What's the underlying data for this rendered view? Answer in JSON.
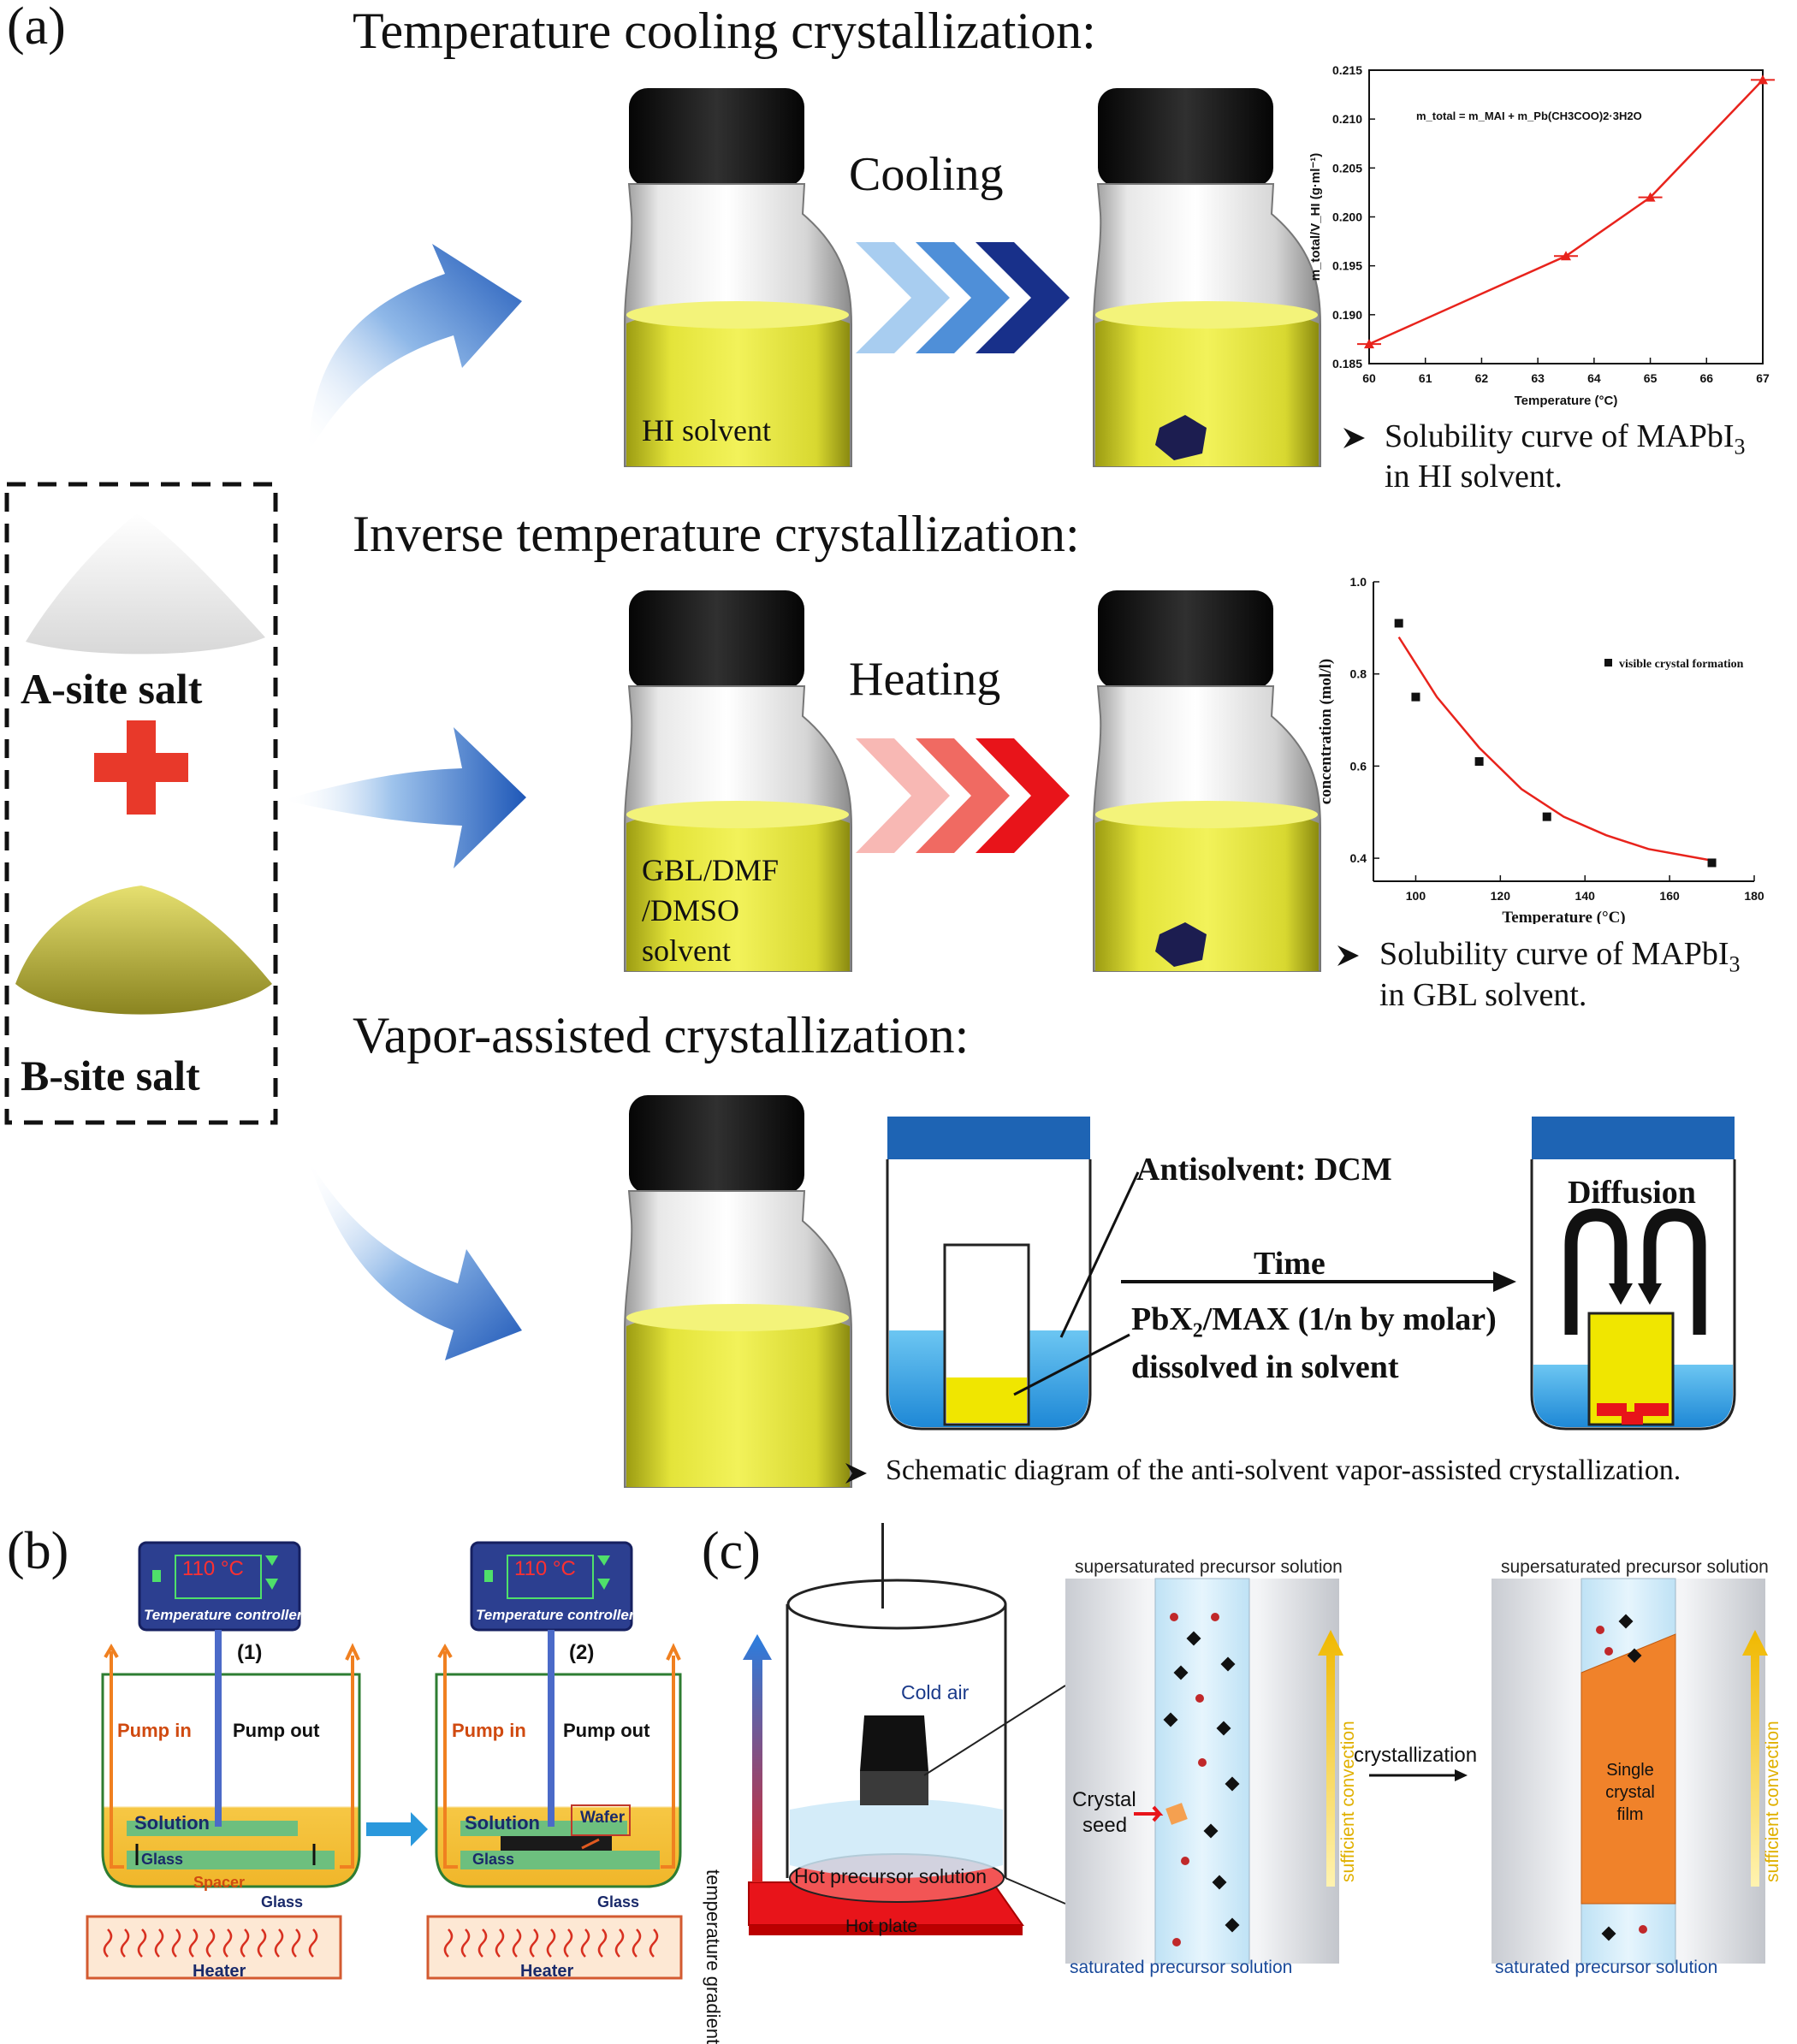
{
  "panels": {
    "a": "(a)",
    "b": "(b)",
    "c": "(c)"
  },
  "salts": {
    "a_site": "A-site salt",
    "b_site": "B-site salt"
  },
  "sections": {
    "cooling": {
      "title": "Temperature cooling crystallization:",
      "process": "Cooling",
      "vial_label": "HI solvent",
      "caption_line1": "Solubility curve of MAPbI",
      "caption_sub": "3",
      "caption_line2": "in HI solvent."
    },
    "inverse": {
      "title": "Inverse temperature crystallization:",
      "process": "Heating",
      "vial_label_lines": [
        "GBL/DMF",
        "/DMSO",
        "solvent"
      ],
      "caption_line1": "Solubility curve of MAPbI",
      "caption_sub": "3",
      "caption_line2": "in GBL solvent."
    },
    "vapor": {
      "title": "Vapor-assisted crystallization:",
      "antisolvent": "Antisolvent: DCM",
      "time": "Time",
      "precursor_a": "PbX",
      "precursor_sub": "2",
      "precursor_b": "/MAX (1/n by molar)",
      "dissolved": "dissolved in solvent",
      "diffusion": "Diffusion",
      "caption": "Schematic diagram of the anti-solvent vapor-assisted crystallization."
    }
  },
  "chart_data": [
    {
      "type": "line",
      "formula": "m_total = m_MAI + m_Pb(CH3COO)2·3H2O",
      "xlabel": "Temperature (°C)",
      "ylabel": "m_total/V_HI (g·ml⁻¹)",
      "xlim": [
        60,
        67
      ],
      "ylim": [
        0.185,
        0.215
      ],
      "xticks": [
        60,
        61,
        62,
        63,
        64,
        65,
        66,
        67
      ],
      "yticks": [
        0.185,
        0.19,
        0.195,
        0.2,
        0.205,
        0.21,
        0.215
      ],
      "series": [
        {
          "x": [
            60,
            63.5,
            65,
            67
          ],
          "y": [
            0.187,
            0.196,
            0.202,
            0.214
          ],
          "color": "#e8231c",
          "marker": "triangle"
        }
      ]
    },
    {
      "type": "scatter",
      "xlabel": "Temperature (°C)",
      "ylabel": "concentration (mol/l)",
      "xlim": [
        90,
        180
      ],
      "ylim": [
        0.35,
        1.0
      ],
      "xticks": [
        100,
        120,
        140,
        160,
        180
      ],
      "yticks": [
        0.4,
        0.6,
        0.8,
        1.0
      ],
      "legend": {
        "label": "visible crystal formation",
        "position": "top-right"
      },
      "series": [
        {
          "name": "visible crystal formation",
          "x": [
            96,
            100,
            115,
            131,
            170
          ],
          "y": [
            0.91,
            0.75,
            0.61,
            0.49,
            0.39
          ],
          "color": "#111111",
          "marker": "square"
        }
      ],
      "fit": {
        "color": "#e8231c",
        "x": [
          96,
          105,
          115,
          125,
          135,
          145,
          155,
          170
        ],
        "y": [
          0.88,
          0.75,
          0.64,
          0.55,
          0.49,
          0.45,
          0.42,
          0.395
        ]
      }
    }
  ],
  "panel_b": {
    "setups": [
      {
        "display": "110 °C",
        "controller": "Temperature controller",
        "number": "(1)",
        "pump_in": "Pump in",
        "pump_out": "Pump out",
        "solution": "Solution",
        "glass_top": "Glass",
        "spacer": "Spacer",
        "glass_bottom": "Glass",
        "heater": "Heater"
      },
      {
        "display": "110 °C",
        "controller": "Temperature controller",
        "number": "(2)",
        "pump_in": "Pump in",
        "pump_out": "Pump out",
        "solution": "Solution",
        "wafer": "Wafer",
        "glass_top": "Glass",
        "glass_bottom": "Glass",
        "heater": "Heater"
      }
    ]
  },
  "panel_c": {
    "temperature_gradient": "temperature gradient",
    "cold_air": "Cold air",
    "hot_solution": "Hot precursor solution",
    "hot_plate": "Hot plate",
    "crystal_seed_1": "Crystal",
    "crystal_seed_2": "seed",
    "supersaturated_1": "supersaturated precursor solution",
    "saturated_1": "saturated precursor solution",
    "convection_1": "sufficient convection",
    "crystallization": "crystallization",
    "supersaturated_2": "supersaturated precursor solution",
    "saturated_2": "saturated precursor solution",
    "convection_2": "sufficient convection",
    "film_1": "Single",
    "film_2": "crystal",
    "film_3": "film"
  }
}
